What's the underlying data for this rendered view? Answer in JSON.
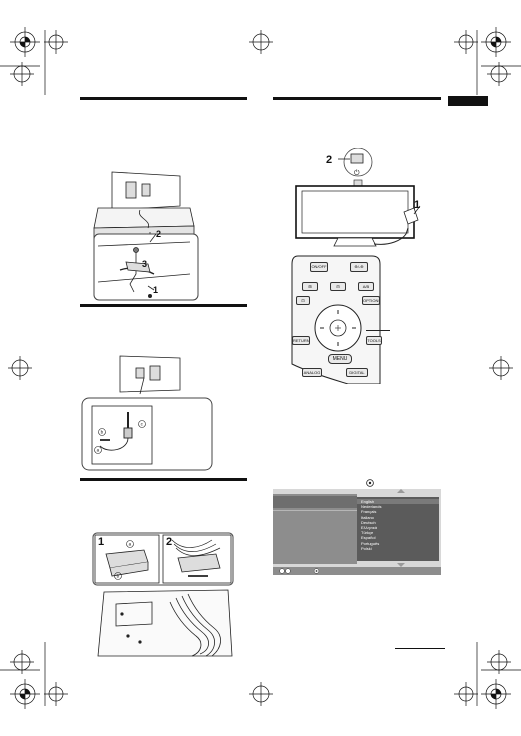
{
  "right_figure": {
    "step2": "2",
    "step1": "1"
  },
  "remote": {
    "btn_on_off": "ON/OFF",
    "btn_input": "⊕/-⊕",
    "btn_a": "⊞",
    "btn_b": "⊟",
    "btn_c": "A/B",
    "btn_d": "⊡",
    "btn_e": "RETURN",
    "btn_f": "OPTIONS",
    "btn_g": "TOOLS",
    "menu": "MENU",
    "analog": "ANALOG",
    "digital": "DIGITAL"
  },
  "stand_figure": {
    "label2": "2",
    "label3": "3",
    "label1": "1"
  },
  "cable_figure": {
    "circle_a": "a",
    "circle_b": "b",
    "circle_c": "c"
  },
  "clip_figure": {
    "panel1": "1",
    "panel2": "2",
    "circle_a": "a",
    "circle_b": "b"
  },
  "menu_screen": {
    "languages": [
      "English",
      "Nederlands",
      "Français",
      "Italiano",
      "Deutsch",
      "Ελληνικά",
      "Türkçe",
      "Español",
      "Português",
      "Polski"
    ]
  }
}
